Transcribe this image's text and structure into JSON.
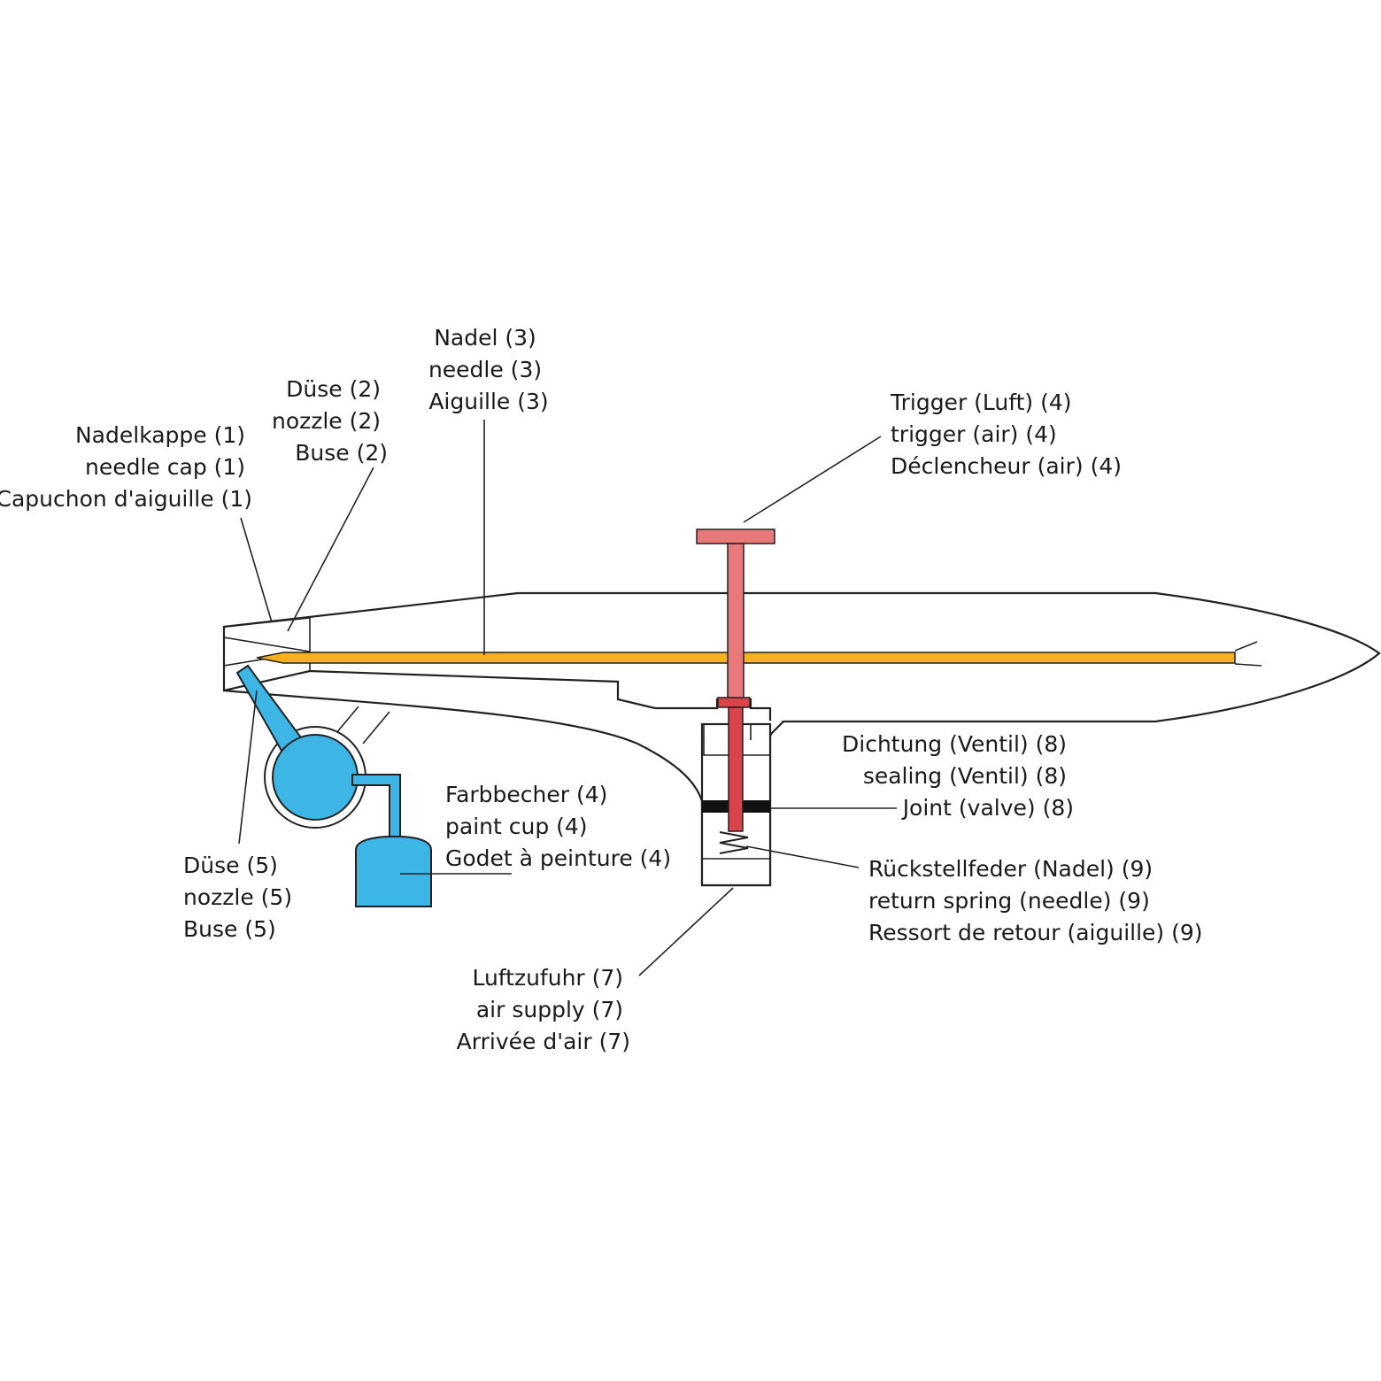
{
  "colors": {
    "needle": "#f5b120",
    "trigger": "#e9787b",
    "trigger_stem": "#d9434a",
    "paint": "#3db6e6",
    "outline": "#222222",
    "seal": "#111111"
  },
  "labels": {
    "needle_cap": [
      "Nadelkappe (1)",
      "needle cap (1)",
      "Capuchon d'aiguille  (1)"
    ],
    "nozzle_2": [
      "Düse (2)",
      "nozzle (2)",
      "Buse (2)"
    ],
    "needle": [
      "Nadel (3)",
      "needle (3)",
      "Aiguille (3)"
    ],
    "trigger": [
      "Trigger (Luft) (4)",
      "trigger (air) (4)",
      "Déclencheur (air)  (4)"
    ],
    "paint_cup": [
      "Farbbecher (4)",
      "paint cup (4)",
      "Godet à peinture  (4)"
    ],
    "nozzle_5": [
      "Düse (5)",
      "nozzle (5)",
      "Buse (5)"
    ],
    "sealing": [
      "Dichtung (Ventil) (8)",
      "sealing (Ventil) (8)",
      "Joint (valve) (8)"
    ],
    "return_spring": [
      "Rückstellfeder (Nadel) (9)",
      "return spring (needle) (9)",
      "Ressort de retour (aiguille) (9)"
    ],
    "air_supply": [
      "Luftzufuhr (7)",
      "air supply (7)",
      "Arrivée d'air (7)"
    ]
  }
}
